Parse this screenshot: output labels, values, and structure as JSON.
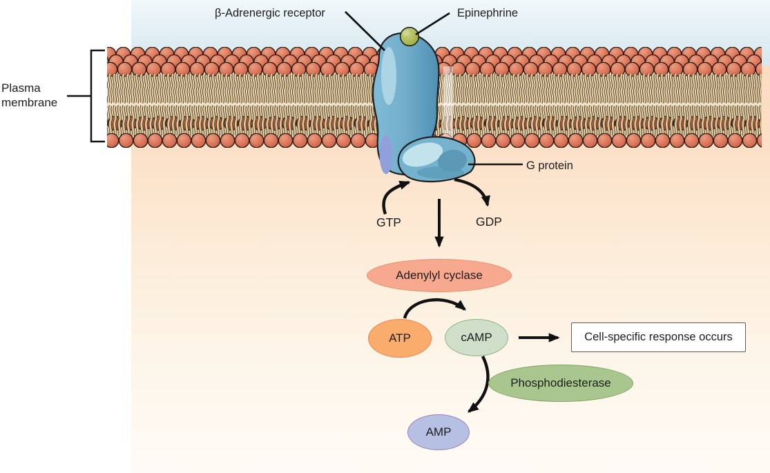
{
  "figure": {
    "kind": "cell-signaling pathway diagram",
    "topic": "Epinephrine signaling via beta-adrenergic receptor and cAMP"
  },
  "labels": {
    "plasma_membrane": "Plasma membrane",
    "receptor": "β-Adrenergic receptor",
    "epinephrine": "Epinephrine",
    "g_protein": "G protein",
    "gtp": "GTP",
    "gdp": "GDP"
  },
  "nodes": {
    "adenylyl_cyclase": {
      "label": "Adenylyl cyclase",
      "fill": "#f7a98f",
      "border": "#ee8968"
    },
    "atp": {
      "label": "ATP",
      "fill": "#f9ac6c",
      "border": "#ee8150"
    },
    "camp": {
      "label": "cAMP",
      "fill": "#cfdfc9",
      "border": "#8fb287"
    },
    "phosphodiesterase": {
      "label": "Phosphodiesterase",
      "fill": "#a9c68e",
      "border": "#82a35e"
    },
    "amp": {
      "label": "AMP",
      "fill": "#b6c0e3",
      "border": "#9d7dbb"
    },
    "response": {
      "label": "Cell-specific response occurs",
      "fill": "#ffffff",
      "border": "#5a5a5a"
    }
  },
  "edges": [
    {
      "from": "GTP",
      "to": "G protein",
      "style": "curved-arrow"
    },
    {
      "from": "G protein",
      "to": "GDP",
      "style": "curved-arrow"
    },
    {
      "from": "G protein",
      "to": "Adenylyl cyclase",
      "style": "straight-arrow"
    },
    {
      "from": "ATP",
      "to": "cAMP",
      "style": "curved-arrow"
    },
    {
      "from": "cAMP",
      "to": "Cell-specific response occurs",
      "style": "straight-arrow"
    },
    {
      "from": "cAMP",
      "to": "AMP",
      "via": "Phosphodiesterase",
      "style": "curved-arrow"
    }
  ],
  "colors": {
    "extracellular_top": "#f2f8fa",
    "extracellular_bottom": "#d5e8f0",
    "intracellular_top": "#fbdfc6",
    "intracellular_bottom": "#fefbf6",
    "lipid_head": "#d06a50",
    "lipid_head_dark_row": "#9e4434",
    "lipid_tail": "#dbc697",
    "membrane_interior": "#f1e3c9",
    "receptor_blue": "#74afcc",
    "receptor_highlight": "#abd4e4",
    "receptor_purple_patch": "#8fa0da",
    "epinephrine_olive": "#a9b751",
    "arrow_black": "#111111"
  }
}
